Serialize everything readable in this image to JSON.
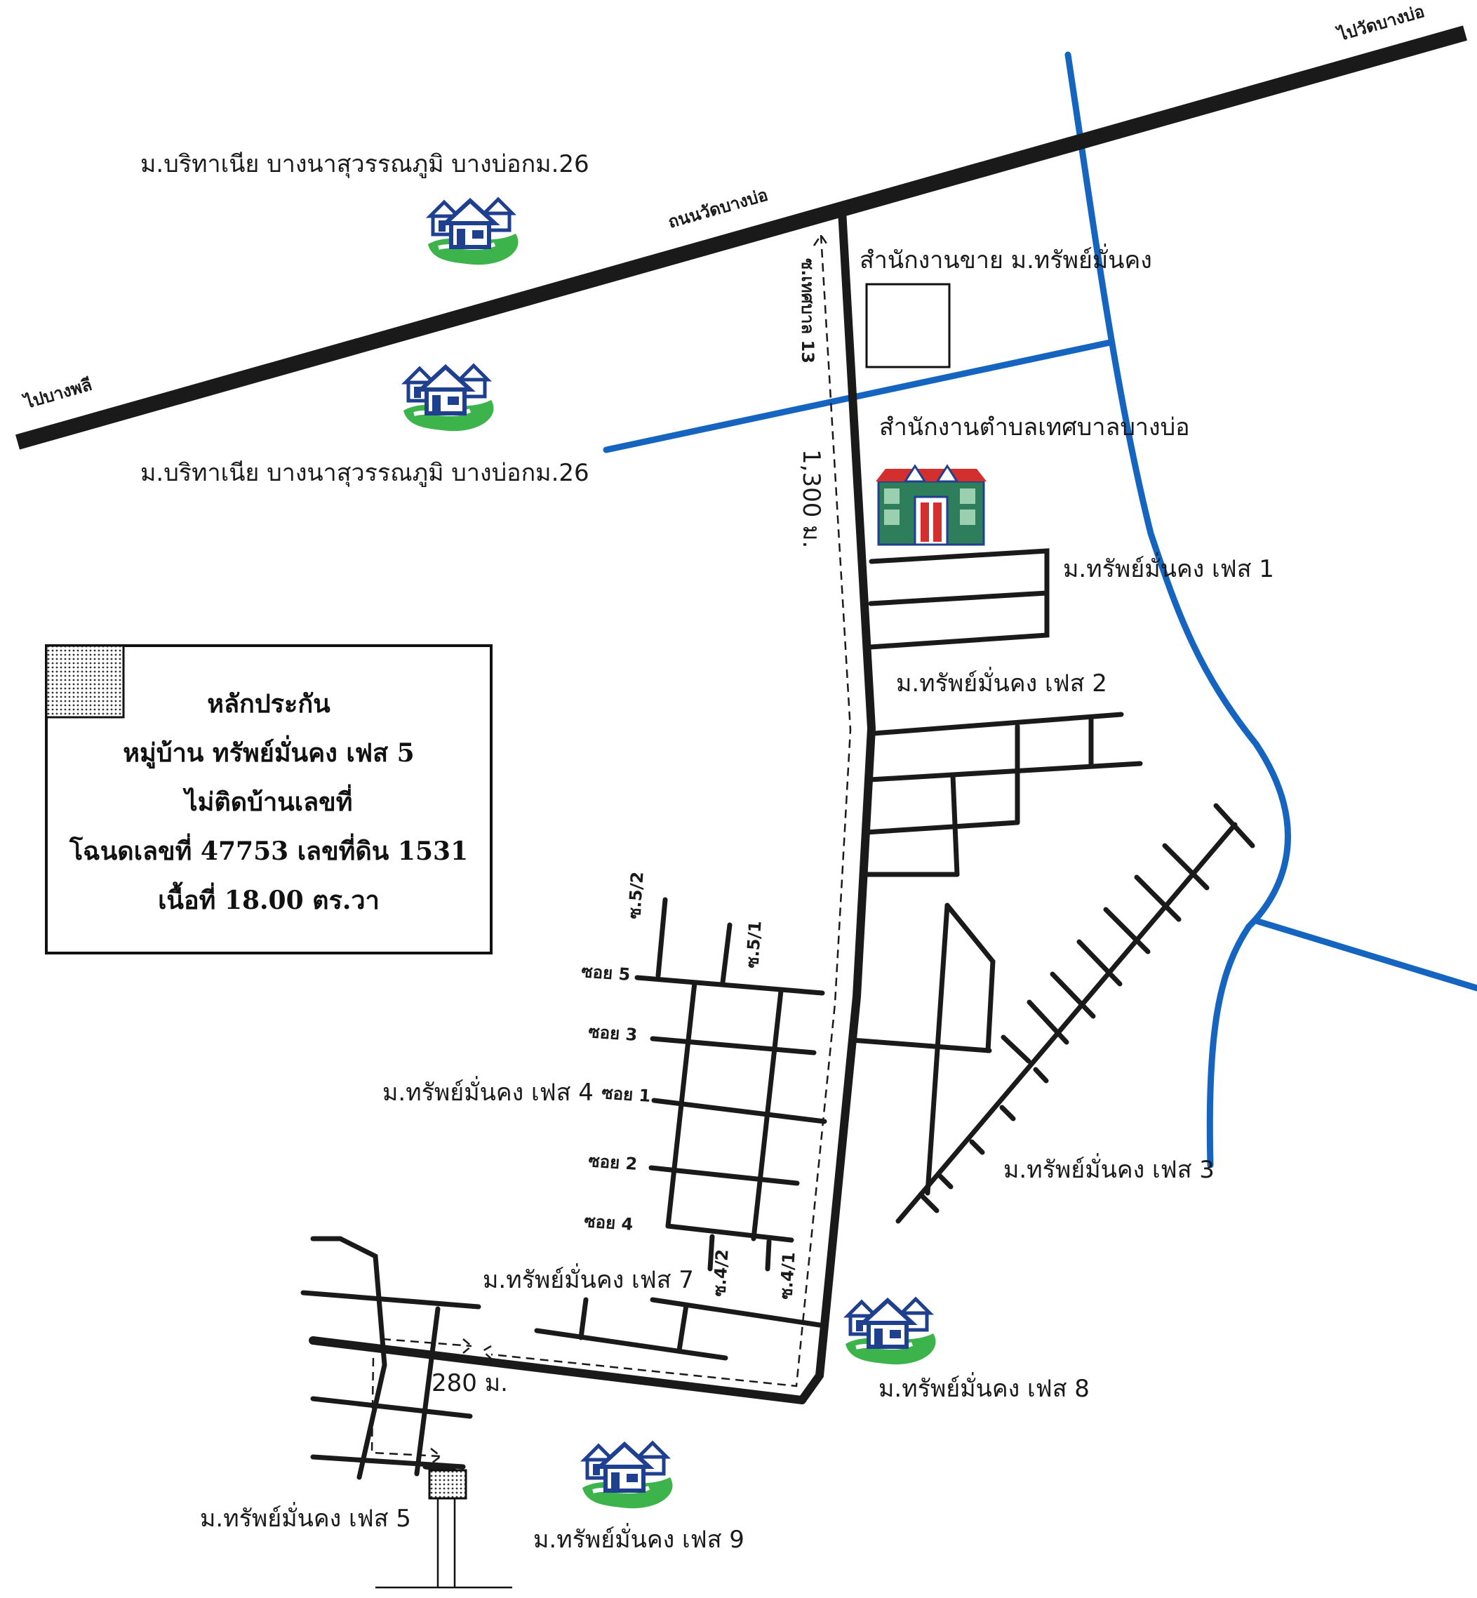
{
  "map": {
    "roads": {
      "main_road_name": "ถนนวัดบางบ่อ",
      "to_west": "ไปบางพลี",
      "to_east": "ไปวัดบางบ่อ",
      "side_road_name": "ซ.เทศบาล 13"
    },
    "distances": {
      "side_road": "1,300 ม.",
      "branch": "280 ม."
    },
    "places": {
      "britania_north": "ม.บริทาเนีย บางนาสุวรรณภูมิ บางบ่อกม.26",
      "britania_south": "ม.บริทาเนีย บางนาสุวรรณภูมิ บางบ่อกม.26",
      "sales_office": "สำนักงานขาย ม.ทรัพย์มั่นคง",
      "municipal_office": "สำนักงานตำบลเทศบาลบางบ่อ",
      "phase1": "ม.ทรัพย์มั่นคง เฟส 1",
      "phase2": "ม.ทรัพย์มั่นคง เฟส 2",
      "phase3": "ม.ทรัพย์มั่นคง เฟส 3",
      "phase4": "ม.ทรัพย์มั่นคง เฟส 4",
      "phase5": "ม.ทรัพย์มั่นคง เฟส 5",
      "phase7": "ม.ทรัพย์มั่นคง เฟส 7",
      "phase8": "ม.ทรัพย์มั่นคง เฟส 8",
      "phase9": "ม.ทรัพย์มั่นคง เฟส 9"
    },
    "sois": {
      "soi5": "ซอย 5",
      "soi3": "ซอย 3",
      "soi1": "ซอย 1",
      "soi2": "ซอย 2",
      "soi4": "ซอย 4",
      "s5_2": "ซ.5/2",
      "s5_1": "ซ.5/1",
      "s4_2": "ซ.4/2",
      "s4_1": "ซ.4/1"
    },
    "colors": {
      "road": "#1a1a1a",
      "water": "#1565c0",
      "house_blue": "#1f3f8f",
      "lawn_green": "#3cb44b",
      "roof_red": "#d32f2f"
    }
  },
  "legend": {
    "line1": "หลักประกัน",
    "line2": "หมู่บ้าน ทรัพย์มั่นคง เฟส 5",
    "line3": "ไม่ติดบ้านเลขที่",
    "line4": "โฉนดเลขที่ 47753 เลขที่ดิน 1531",
    "line5": "เนื้อที่ 18.00 ตร.วา"
  }
}
